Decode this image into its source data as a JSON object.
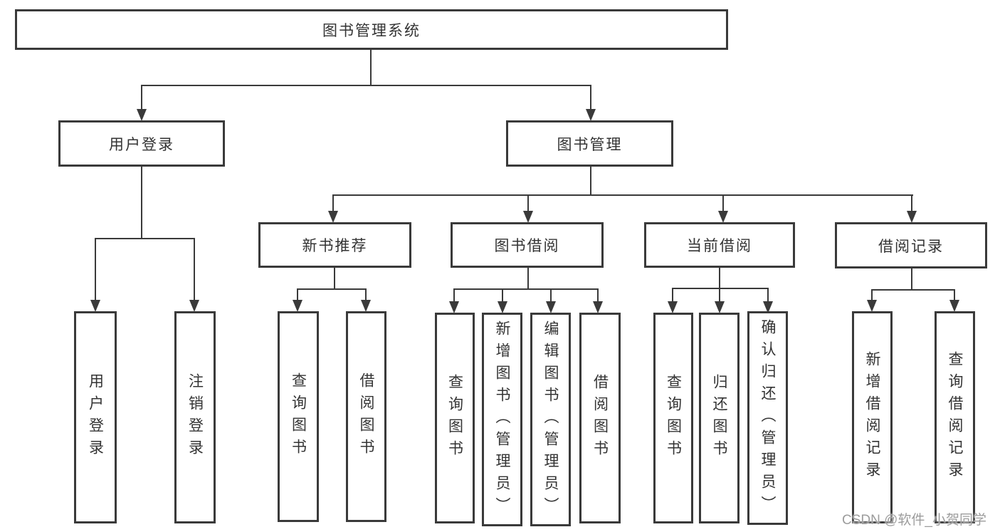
{
  "diagram_title": "图书管理系统",
  "nodes": {
    "root": {
      "label": "图书管理系统"
    },
    "user_group": {
      "label": "用户登录"
    },
    "book_group": {
      "label": "图书管理"
    },
    "new_rec": {
      "label": "新书推荐"
    },
    "borrow": {
      "label": "图书借阅"
    },
    "current": {
      "label": "当前借阅"
    },
    "records": {
      "label": "借阅记录"
    },
    "user_login": {
      "label": "用户登录"
    },
    "logout": {
      "label": "注销登录"
    },
    "nr_query": {
      "label": "查询图书"
    },
    "nr_borrow": {
      "label": "借阅图书"
    },
    "bw_query": {
      "label": "查询图书"
    },
    "bw_add": {
      "label": "新增图书（管理员）"
    },
    "bw_edit": {
      "label": "编辑图书（管理员）"
    },
    "bw_borrow": {
      "label": "借阅图书"
    },
    "cu_query": {
      "label": "查询图书"
    },
    "cu_return": {
      "label": "归还图书"
    },
    "cu_confirm": {
      "label": "确认归还（管理员）"
    },
    "rc_add": {
      "label": "新增借阅记录"
    },
    "rc_query": {
      "label": "查询借阅记录"
    }
  },
  "watermark": "CSDN @软件_小贺同学",
  "colors": {
    "line": "#3a3a3a",
    "text": "#333333",
    "box_fill": "#ffffff",
    "background": "#ffffff",
    "watermark": "#9c9c9c"
  }
}
